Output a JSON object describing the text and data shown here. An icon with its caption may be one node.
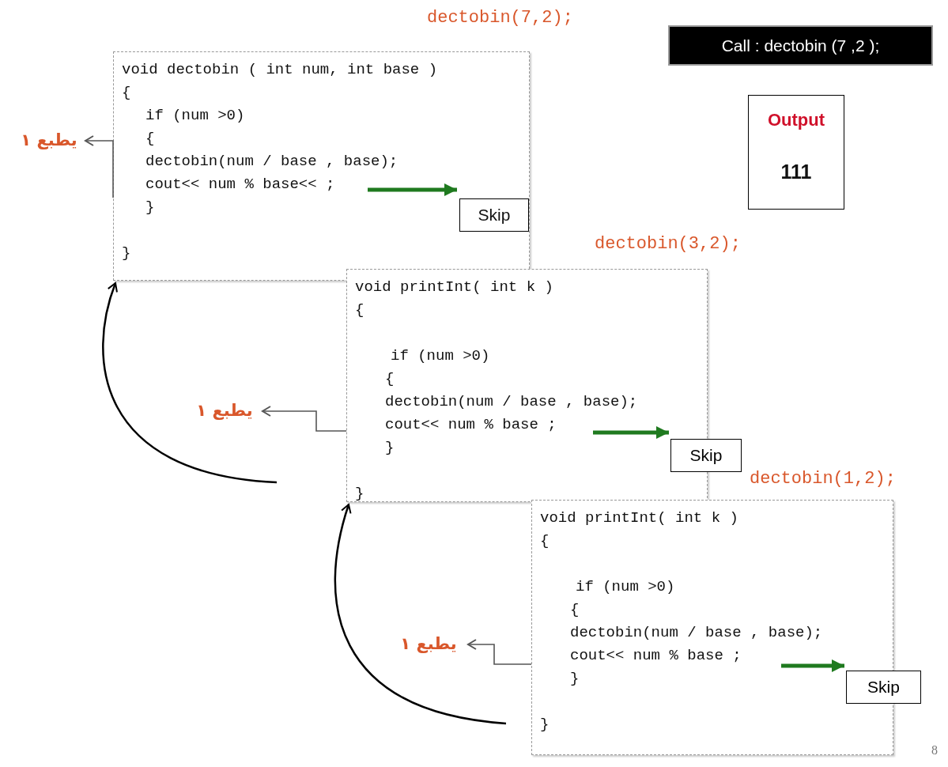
{
  "diagram": {
    "nodes": [
      {
        "text": [
          "void dectobin ( int num, int base )",
          "{",
          "if (num >0)",
          "{",
          "dectobin(num / base , base);",
          "cout<< num % base<< ;",
          "}",
          "}"
        ]
      },
      {
        "text": [
          "void printInt( int k )",
          "{",
          "if (num >0)",
          "{",
          "dectobin(num / base , base);",
          "cout<< num % base ;",
          "}",
          "}"
        ]
      },
      {
        "text": [
          "void printInt( int k )",
          "{",
          "if (num >0)",
          "{",
          "dectobin(num / base , base);",
          "cout<< num % base ;",
          "}",
          "}"
        ]
      },
      {
        "text": [
          "يطبع ١"
        ]
      },
      {
        "text": [
          "يطبع ١"
        ]
      },
      {
        "text": [
          "يطبع ١"
        ]
      },
      {
        "text": [
          "Skip"
        ],
        "in": 0
      },
      {
        "text": [
          "Skip"
        ]
      },
      {
        "text": [
          "Skip"
        ]
      },
      {
        "text": [
          "Call : dectobin (7 ,2 );"
        ]
      },
      {
        "text": [
          "Output",
          "111"
        ]
      }
    ],
    "edges": [
      {
        "from": 0,
        "to": 3,
        "arrow": "to",
        "color": "#555555"
      },
      {
        "from": null,
        "to": 6,
        "arrow": "to",
        "style": "thick",
        "color": "#1f7a1f"
      },
      {
        "from": 1,
        "to": 4,
        "arrow": "to",
        "color": "#555555"
      },
      {
        "from": 1,
        "to": 7,
        "arrow": "to",
        "style": "thick",
        "color": "#1f7a1f"
      },
      {
        "from": 2,
        "to": 5,
        "arrow": "to",
        "color": "#555555"
      },
      {
        "from": 2,
        "to": 8,
        "arrow": "to",
        "style": "thick",
        "color": "#1f7a1f"
      },
      {
        "from": null,
        "to": 0,
        "arrow": "to",
        "color": "#000000"
      },
      {
        "from": null,
        "to": 1,
        "arrow": "to",
        "color": "#000000"
      }
    ],
    "labels": [
      "dectobin(7,2);",
      "dectobin(3,2);",
      "dectobin(1,2);",
      "8"
    ]
  }
}
